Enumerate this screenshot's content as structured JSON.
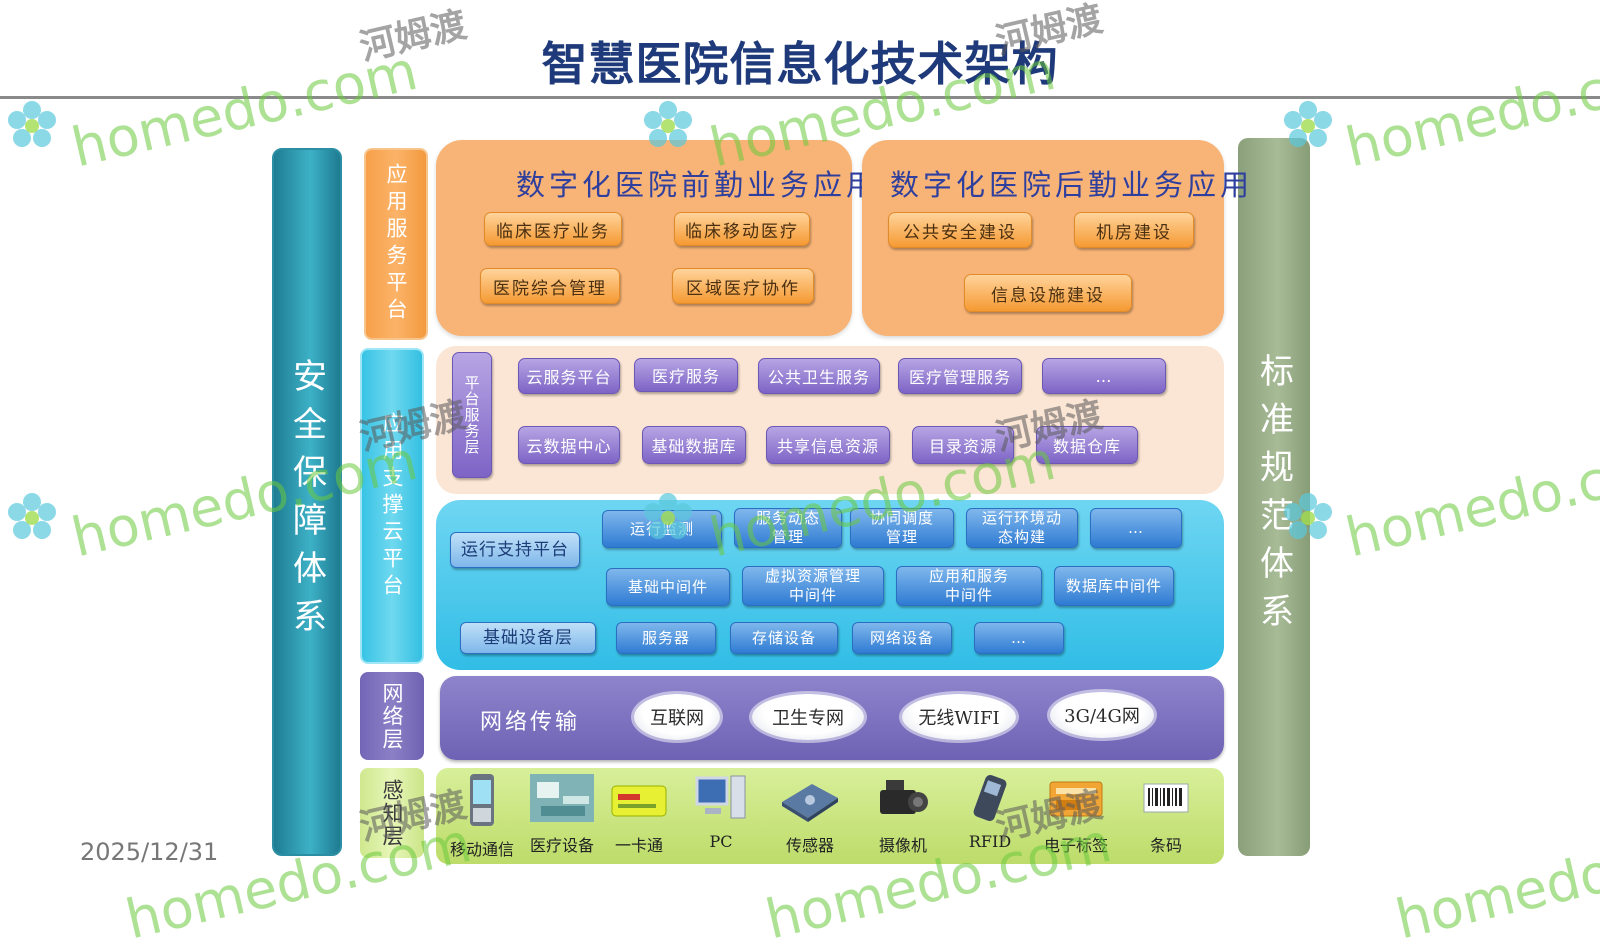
{
  "title": "智慧医院信息化技术架构",
  "date": "2025/12/31",
  "pillars": {
    "security": "安全保障体系",
    "standard": "标准规范体系"
  },
  "layers": {
    "app": "应用服务平台",
    "cloud": "应用支撑云平台",
    "net": "网络层",
    "sense": "感知层"
  },
  "front": {
    "title": "数字化医院前勤业务应用",
    "items": [
      "临床医疗业务",
      "临床移动医疗",
      "医院综合管理",
      "区域医疗协作"
    ]
  },
  "back": {
    "title": "数字化医院后勤业务应用",
    "items": [
      "公共安全建设",
      "机房建设",
      "信息设施建设"
    ]
  },
  "platform": {
    "label": "平台服务层",
    "row1": [
      "云服务平台",
      "医疗服务",
      "公共卫生服务",
      "医疗管理服务",
      "…"
    ],
    "row2": [
      "云数据中心",
      "基础数据库",
      "共享信息资源",
      "目录资源",
      "数据仓库"
    ]
  },
  "runtime": {
    "label": "运行支持平台",
    "row1": [
      "运行监测",
      "服务动态\n管理",
      "协同调度\n管理",
      "运行环境动\n态构建",
      "…"
    ],
    "row2": [
      "基础中间件",
      "虚拟资源管理\n中间件",
      "应用和服务\n中间件",
      "数据库中间件"
    ],
    "infra_label": "基础设备层",
    "row3": [
      "服务器",
      "存储设备",
      "网络设备",
      "…"
    ]
  },
  "network": {
    "label": "网络传输",
    "clouds": [
      "互联网",
      "卫生专网",
      "无线WIFI",
      "3G/4G网"
    ]
  },
  "devices": [
    "移动通信",
    "医疗设备",
    "一卡通",
    "PC",
    "传感器",
    "摄像机",
    "RFID",
    "电子标签",
    "条码"
  ],
  "watermark": {
    "en": "homedo.com",
    "cn": "河姆渡"
  }
}
